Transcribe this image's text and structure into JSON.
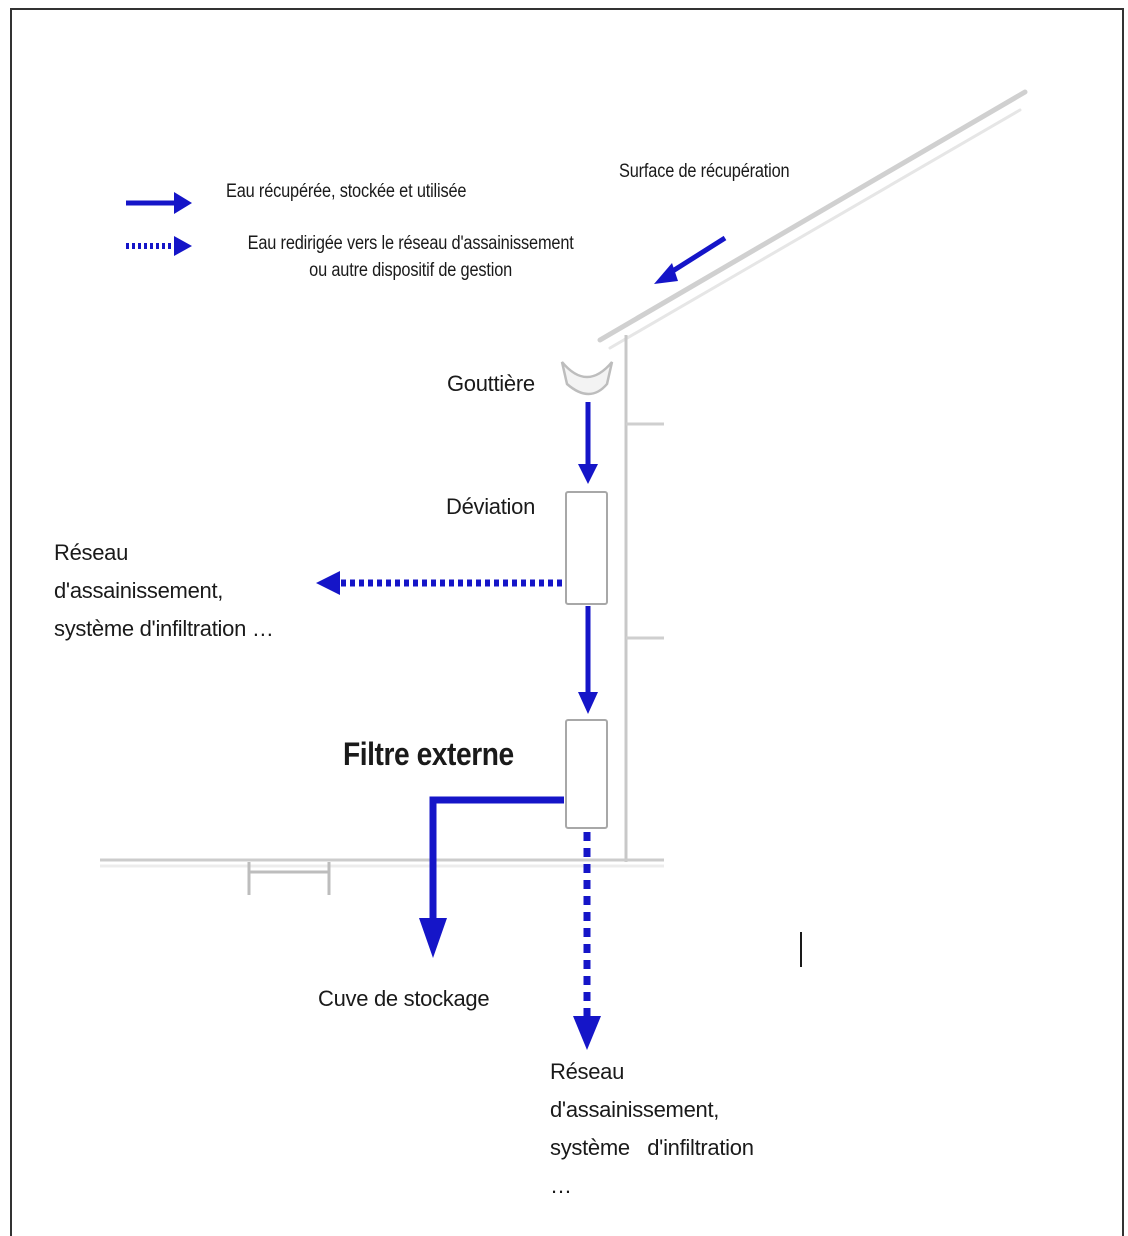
{
  "legend": {
    "solid_label": "Eau récupérée, stockée et utilisée",
    "dotted_label_line1": "Eau redirigée vers le réseau d'assainissement",
    "dotted_label_line2": "ou autre dispositif de gestion"
  },
  "labels": {
    "surface": "Surface de récupération",
    "gouttiere": "Gouttière",
    "deviation": "Déviation",
    "reseau_left": {
      "line1": "Réseau",
      "line2": "d'assainissement,",
      "line3": "système d'infiltration …"
    },
    "filtre": "Filtre externe",
    "cuve": "Cuve de stockage",
    "reseau_bottom": {
      "line1": "Réseau",
      "line2": "d'assainissement,",
      "line3": "système   d'infiltration",
      "line4": "…"
    }
  },
  "colors": {
    "flow": "#1515c8",
    "structure": "#c8c8c8",
    "border": "#333333"
  }
}
